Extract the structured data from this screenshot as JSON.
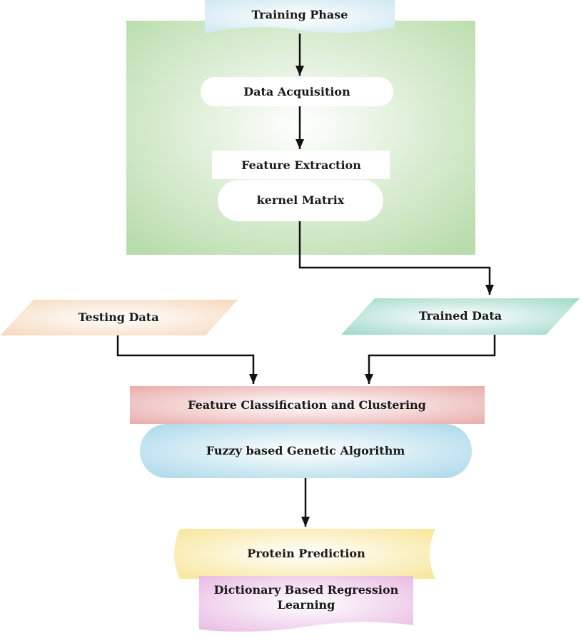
{
  "nodes": {
    "training_phase": "Training Phase",
    "data_acquisition": "Data Acquisition",
    "feature_extraction": "Feature Extraction",
    "kernel_matrix": "kernel Matrix",
    "testing_data": "Testing Data",
    "trained_data": "Trained Data",
    "feature_classification": "Feature Classification and Clustering",
    "fuzzy_ga": "Fuzzy based Genetic Algorithm",
    "protein_prediction": "Protein Prediction",
    "dictionary_line1": "Dictionary Based Regression",
    "dictionary_line2": "Learning"
  },
  "colors": {
    "training_region": "#b9dcab",
    "training_phase": "#cfe8f1",
    "testing_data": "#f7d8bd",
    "trained_data": "#9fd9c9",
    "feature_classification": "#e8adab",
    "fuzzy_ga": "#a9d8ea",
    "protein_prediction": "#f8e69a",
    "dictionary": "#e8bce3",
    "arrow": "#111111"
  }
}
